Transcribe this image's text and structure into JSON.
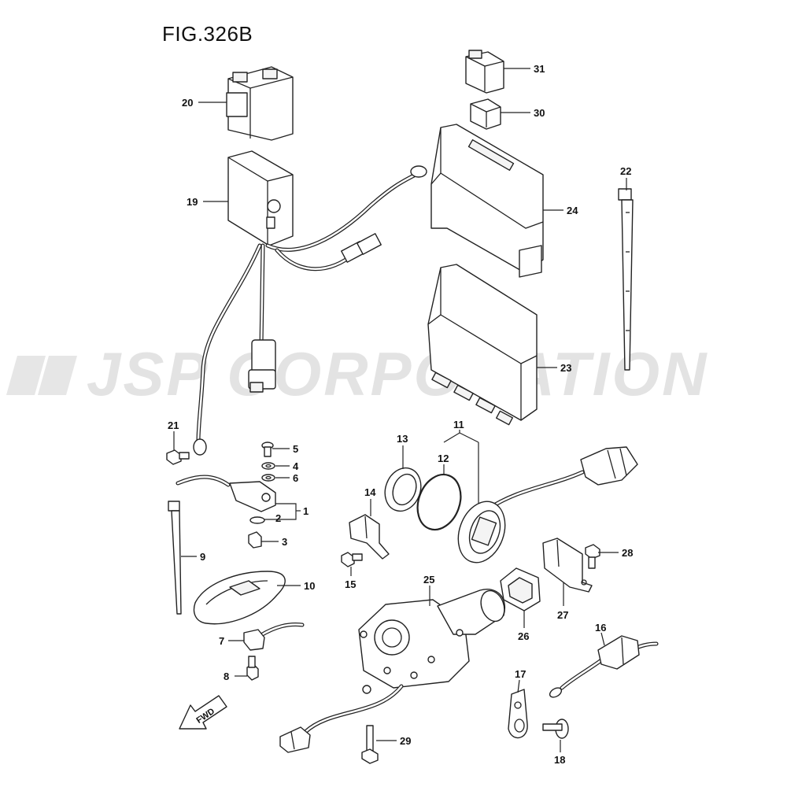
{
  "figure": {
    "title": "FIG.326B",
    "watermark": "JSP CORPORATION",
    "fwd_label": "FWD"
  },
  "callouts": {
    "c1": "1",
    "c2": "2",
    "c3": "3",
    "c4": "4",
    "c5": "5",
    "c6": "6",
    "c7": "7",
    "c8": "8",
    "c9": "9",
    "c10": "10",
    "c11": "11",
    "c12": "12",
    "c13": "13",
    "c14": "14",
    "c15": "15",
    "c16": "16",
    "c17": "17",
    "c18": "18",
    "c19": "19",
    "c20": "20",
    "c21": "21",
    "c22": "22",
    "c23": "23",
    "c24": "24",
    "c25": "25",
    "c26": "26",
    "c27": "27",
    "c28": "28",
    "c29": "29",
    "c30": "30",
    "c31": "31"
  }
}
